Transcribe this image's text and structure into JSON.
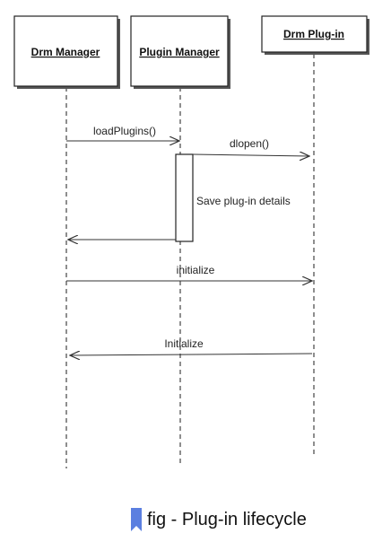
{
  "actors": {
    "drm_manager": "Drm Manager",
    "plugin_manager": "Plugin Manager",
    "drm_plugin": "Drm Plug-in"
  },
  "messages": {
    "load_plugins": "loadPlugins()",
    "dlopen": "dlopen()",
    "save_details": "Save plug-in details",
    "initialize_call": "initialize",
    "initialize_return": "Initialize"
  },
  "caption": {
    "text": "fig - Plug-in lifecycle",
    "icon": "bookmark-icon",
    "icon_color": "#5b7fe0"
  },
  "colors": {
    "line": "#333333",
    "box_shadow": "#555555"
  }
}
